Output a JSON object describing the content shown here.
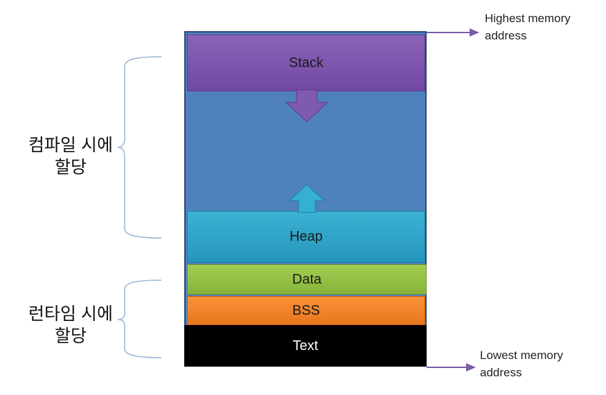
{
  "segments": {
    "stack": "Stack",
    "heap": "Heap",
    "data": "Data",
    "bss": "BSS",
    "text": "Text"
  },
  "labels": {
    "compile_time": "컴파일 시에\n할당",
    "run_time": "런타임 시에\n할당",
    "highest_address": "Highest memory\naddress",
    "lowest_address": "Lowest memory\naddress"
  },
  "colors": {
    "free_region": "#4f81bd",
    "stack": "#7f5bb0",
    "heap": "#31a7c9",
    "data": "#98c145",
    "bss": "#f58426",
    "text": "#000000",
    "pointer_arrow": "#7a5ca8"
  },
  "arrows": {
    "stack_growth": "down",
    "heap_growth": "up"
  }
}
